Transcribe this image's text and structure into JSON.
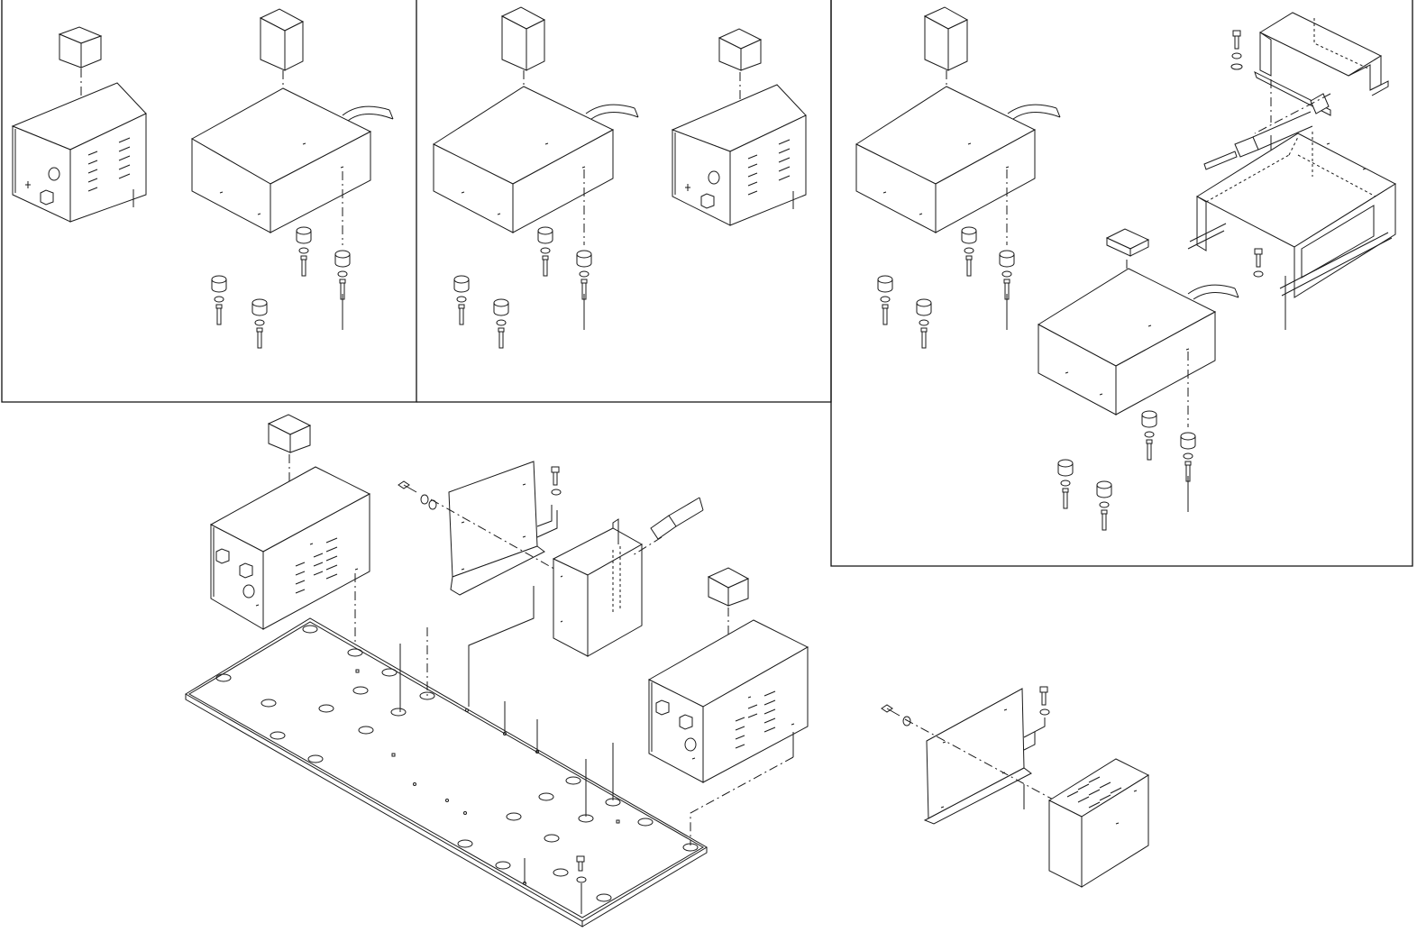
{
  "colors": {
    "ink": "#1a1a1a",
    "frame": "#111111",
    "background": "#ffffff"
  },
  "panels": [
    {
      "id": "panel-1",
      "content": "power-supply-and-transformer-assembly"
    },
    {
      "id": "panel-2",
      "content": "transformer-and-power-supply-assembly"
    },
    {
      "id": "panel-3",
      "content": "bracket-transformer-and-isolation-transformer-assembly"
    },
    {
      "id": "panel-4",
      "content": "base-plate-full-assembly"
    },
    {
      "id": "panel-5",
      "content": "bracket-and-small-enclosure-assembly"
    }
  ]
}
